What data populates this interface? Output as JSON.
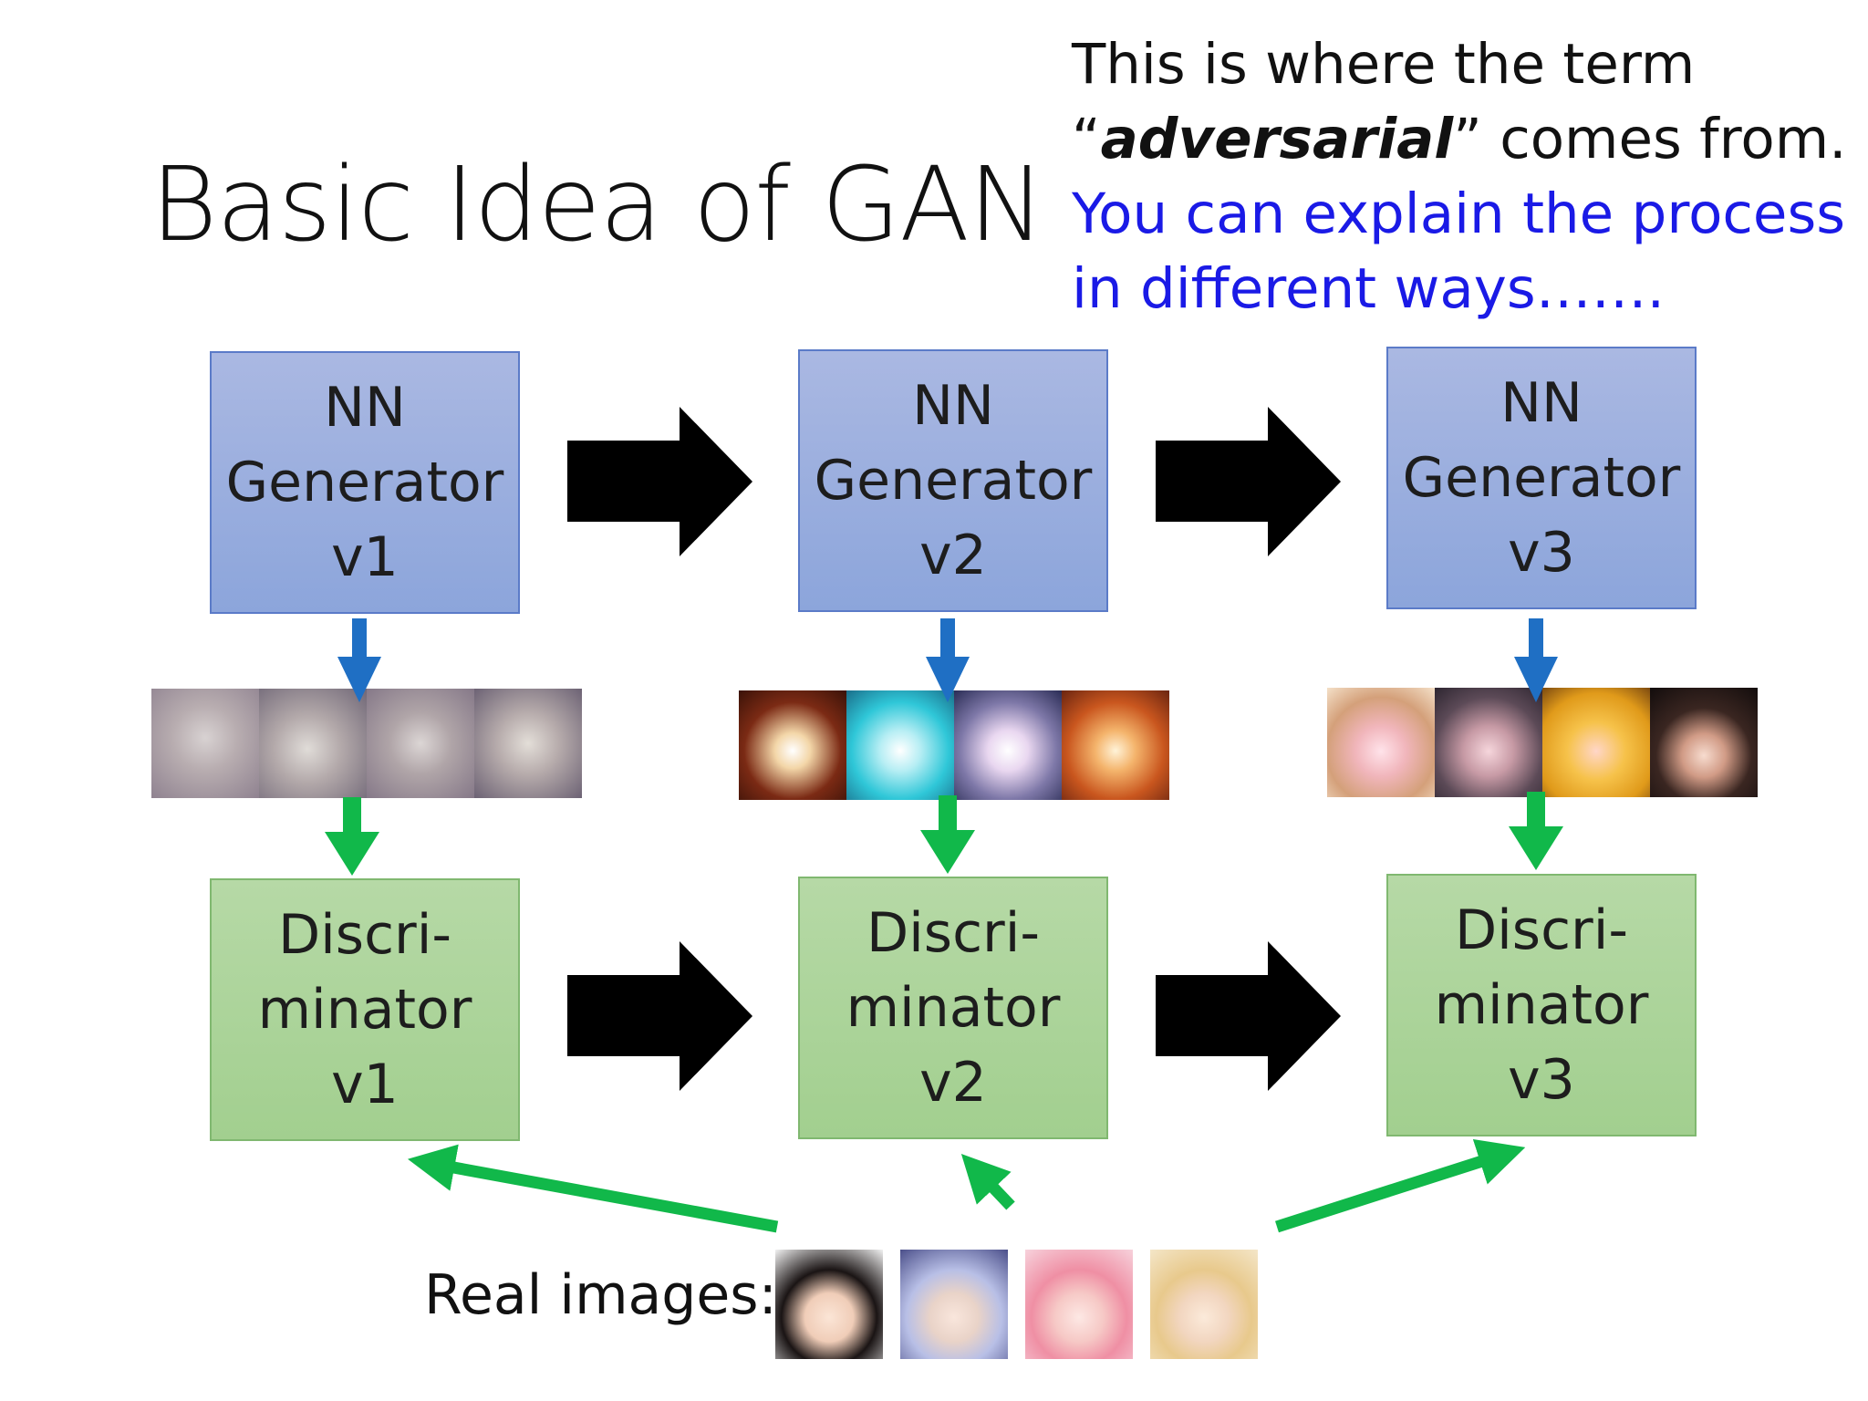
{
  "title": "Basic Idea of GAN",
  "note": {
    "line1": "This is where the term",
    "line2_open": "“",
    "line2_emph": "adversarial",
    "line2_close": "” comes from.",
    "line3": "You can explain the process",
    "line4": "in different ways……."
  },
  "generators": [
    {
      "l1": "NN",
      "l2": "Generator",
      "l3": "v1"
    },
    {
      "l1": "NN",
      "l2": "Generator",
      "l3": "v2"
    },
    {
      "l1": "NN",
      "l2": "Generator",
      "l3": "v3"
    }
  ],
  "discriminators": [
    {
      "l1": "Discri-",
      "l2": "minator",
      "l3": "v1"
    },
    {
      "l1": "Discri-",
      "l2": "minator",
      "l3": "v2"
    },
    {
      "l1": "Discri-",
      "l2": "minator",
      "l3": "v3"
    }
  ],
  "real_images_label": "Real images:",
  "colors": {
    "generator_fill": "#9fb2e0",
    "discriminator_fill": "#a8d394",
    "blue_arrow": "#1f6fc4",
    "green_arrow": "#11b84a",
    "black_arrow": "#000000",
    "note_blue": "#1a1ae6"
  }
}
